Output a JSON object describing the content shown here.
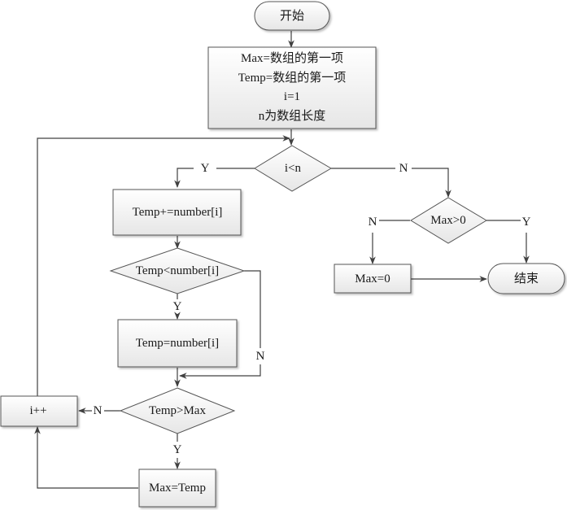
{
  "diagram": {
    "type": "flowchart",
    "nodes": {
      "start": {
        "label": "开始",
        "shape": "terminal"
      },
      "init": {
        "lines": [
          "Max=数组的第一项",
          "Temp=数组的第一项",
          "i=1",
          "n为数组长度"
        ],
        "shape": "process"
      },
      "cond_i_lt_n": {
        "label": "i<n",
        "shape": "decision"
      },
      "temp_add": {
        "label": "Temp+=number[i]",
        "shape": "process"
      },
      "cond_temp_lt_num": {
        "label": "Temp<number[i]",
        "shape": "decision"
      },
      "temp_assign": {
        "label": "Temp=number[i]",
        "shape": "process"
      },
      "cond_temp_gt_max": {
        "label": "Temp>Max",
        "shape": "decision"
      },
      "i_inc": {
        "label": "i++",
        "shape": "process"
      },
      "max_assign": {
        "label": "Max=Temp",
        "shape": "process"
      },
      "cond_max_gt_0": {
        "label": "Max>0",
        "shape": "decision"
      },
      "max_zero": {
        "label": "Max=0",
        "shape": "process"
      },
      "end": {
        "label": "结束",
        "shape": "terminal"
      }
    },
    "edge_labels": {
      "i_lt_n_yes": "Y",
      "i_lt_n_no": "N",
      "max_gt_0_no": "N",
      "max_gt_0_yes": "Y",
      "temp_lt_num_yes": "Y",
      "temp_lt_num_no": "N",
      "temp_gt_max_no": "N",
      "temp_gt_max_yes": "Y"
    },
    "edges": [
      {
        "from": "start",
        "to": "init"
      },
      {
        "from": "init",
        "to": "cond_i_lt_n"
      },
      {
        "from": "cond_i_lt_n",
        "to": "temp_add",
        "label": "Y"
      },
      {
        "from": "cond_i_lt_n",
        "to": "cond_max_gt_0",
        "label": "N"
      },
      {
        "from": "cond_max_gt_0",
        "to": "max_zero",
        "label": "N"
      },
      {
        "from": "cond_max_gt_0",
        "to": "end",
        "label": "Y"
      },
      {
        "from": "max_zero",
        "to": "end"
      },
      {
        "from": "temp_add",
        "to": "cond_temp_lt_num"
      },
      {
        "from": "cond_temp_lt_num",
        "to": "temp_assign",
        "label": "Y"
      },
      {
        "from": "cond_temp_lt_num",
        "to": "cond_temp_gt_max",
        "label": "N"
      },
      {
        "from": "temp_assign",
        "to": "cond_temp_gt_max"
      },
      {
        "from": "cond_temp_gt_max",
        "to": "i_inc",
        "label": "N"
      },
      {
        "from": "cond_temp_gt_max",
        "to": "max_assign",
        "label": "Y"
      },
      {
        "from": "max_assign",
        "to": "i_inc"
      },
      {
        "from": "i_inc",
        "to": "cond_i_lt_n"
      }
    ]
  }
}
